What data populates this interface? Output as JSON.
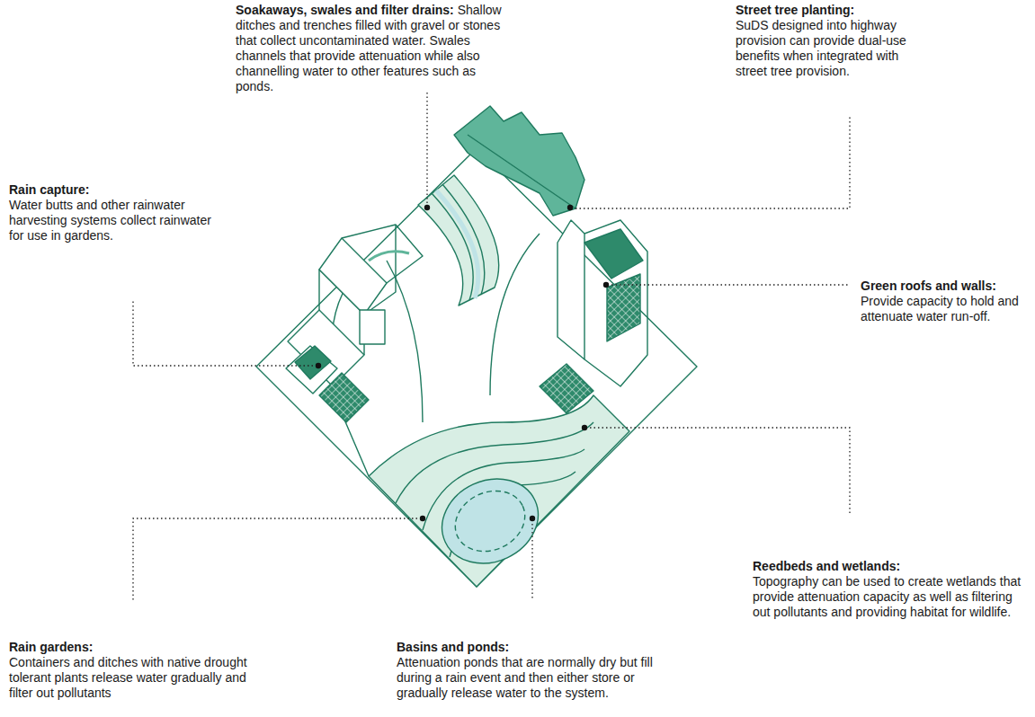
{
  "diagram": {
    "labels": [
      "Soakaways, swales and filter drains:",
      "Shallow ditches and trenches filled with gravel or stones that collect uncontaminated water. Swales channels that provide attenuation while also channelling water to other features such as ponds.",
      "Street tree planting:",
      "SuDS designed into highway provision can provide dual-use benefits when integrated with street tree provision.",
      "Rain capture:",
      "Water butts and other rainwater harvesting systems collect rainwater for use in gardens.",
      "Green roofs and walls:",
      "Provide capacity to hold and attenuate water run-off.",
      "Reedbeds and wetlands:",
      "Topography can be used to create wetlands that provide attenuation capacity as well as filtering out pollutants and providing habitat for wildlife.",
      "Basins and ponds:",
      "Attenuation ponds that are normally dry but fill during a rain event and then either store or gradually release water to the system.",
      "Rain gardens:",
      "Containers and ditches with native drought tolerant plants release water gradually and filter out pollutants"
    ]
  }
}
